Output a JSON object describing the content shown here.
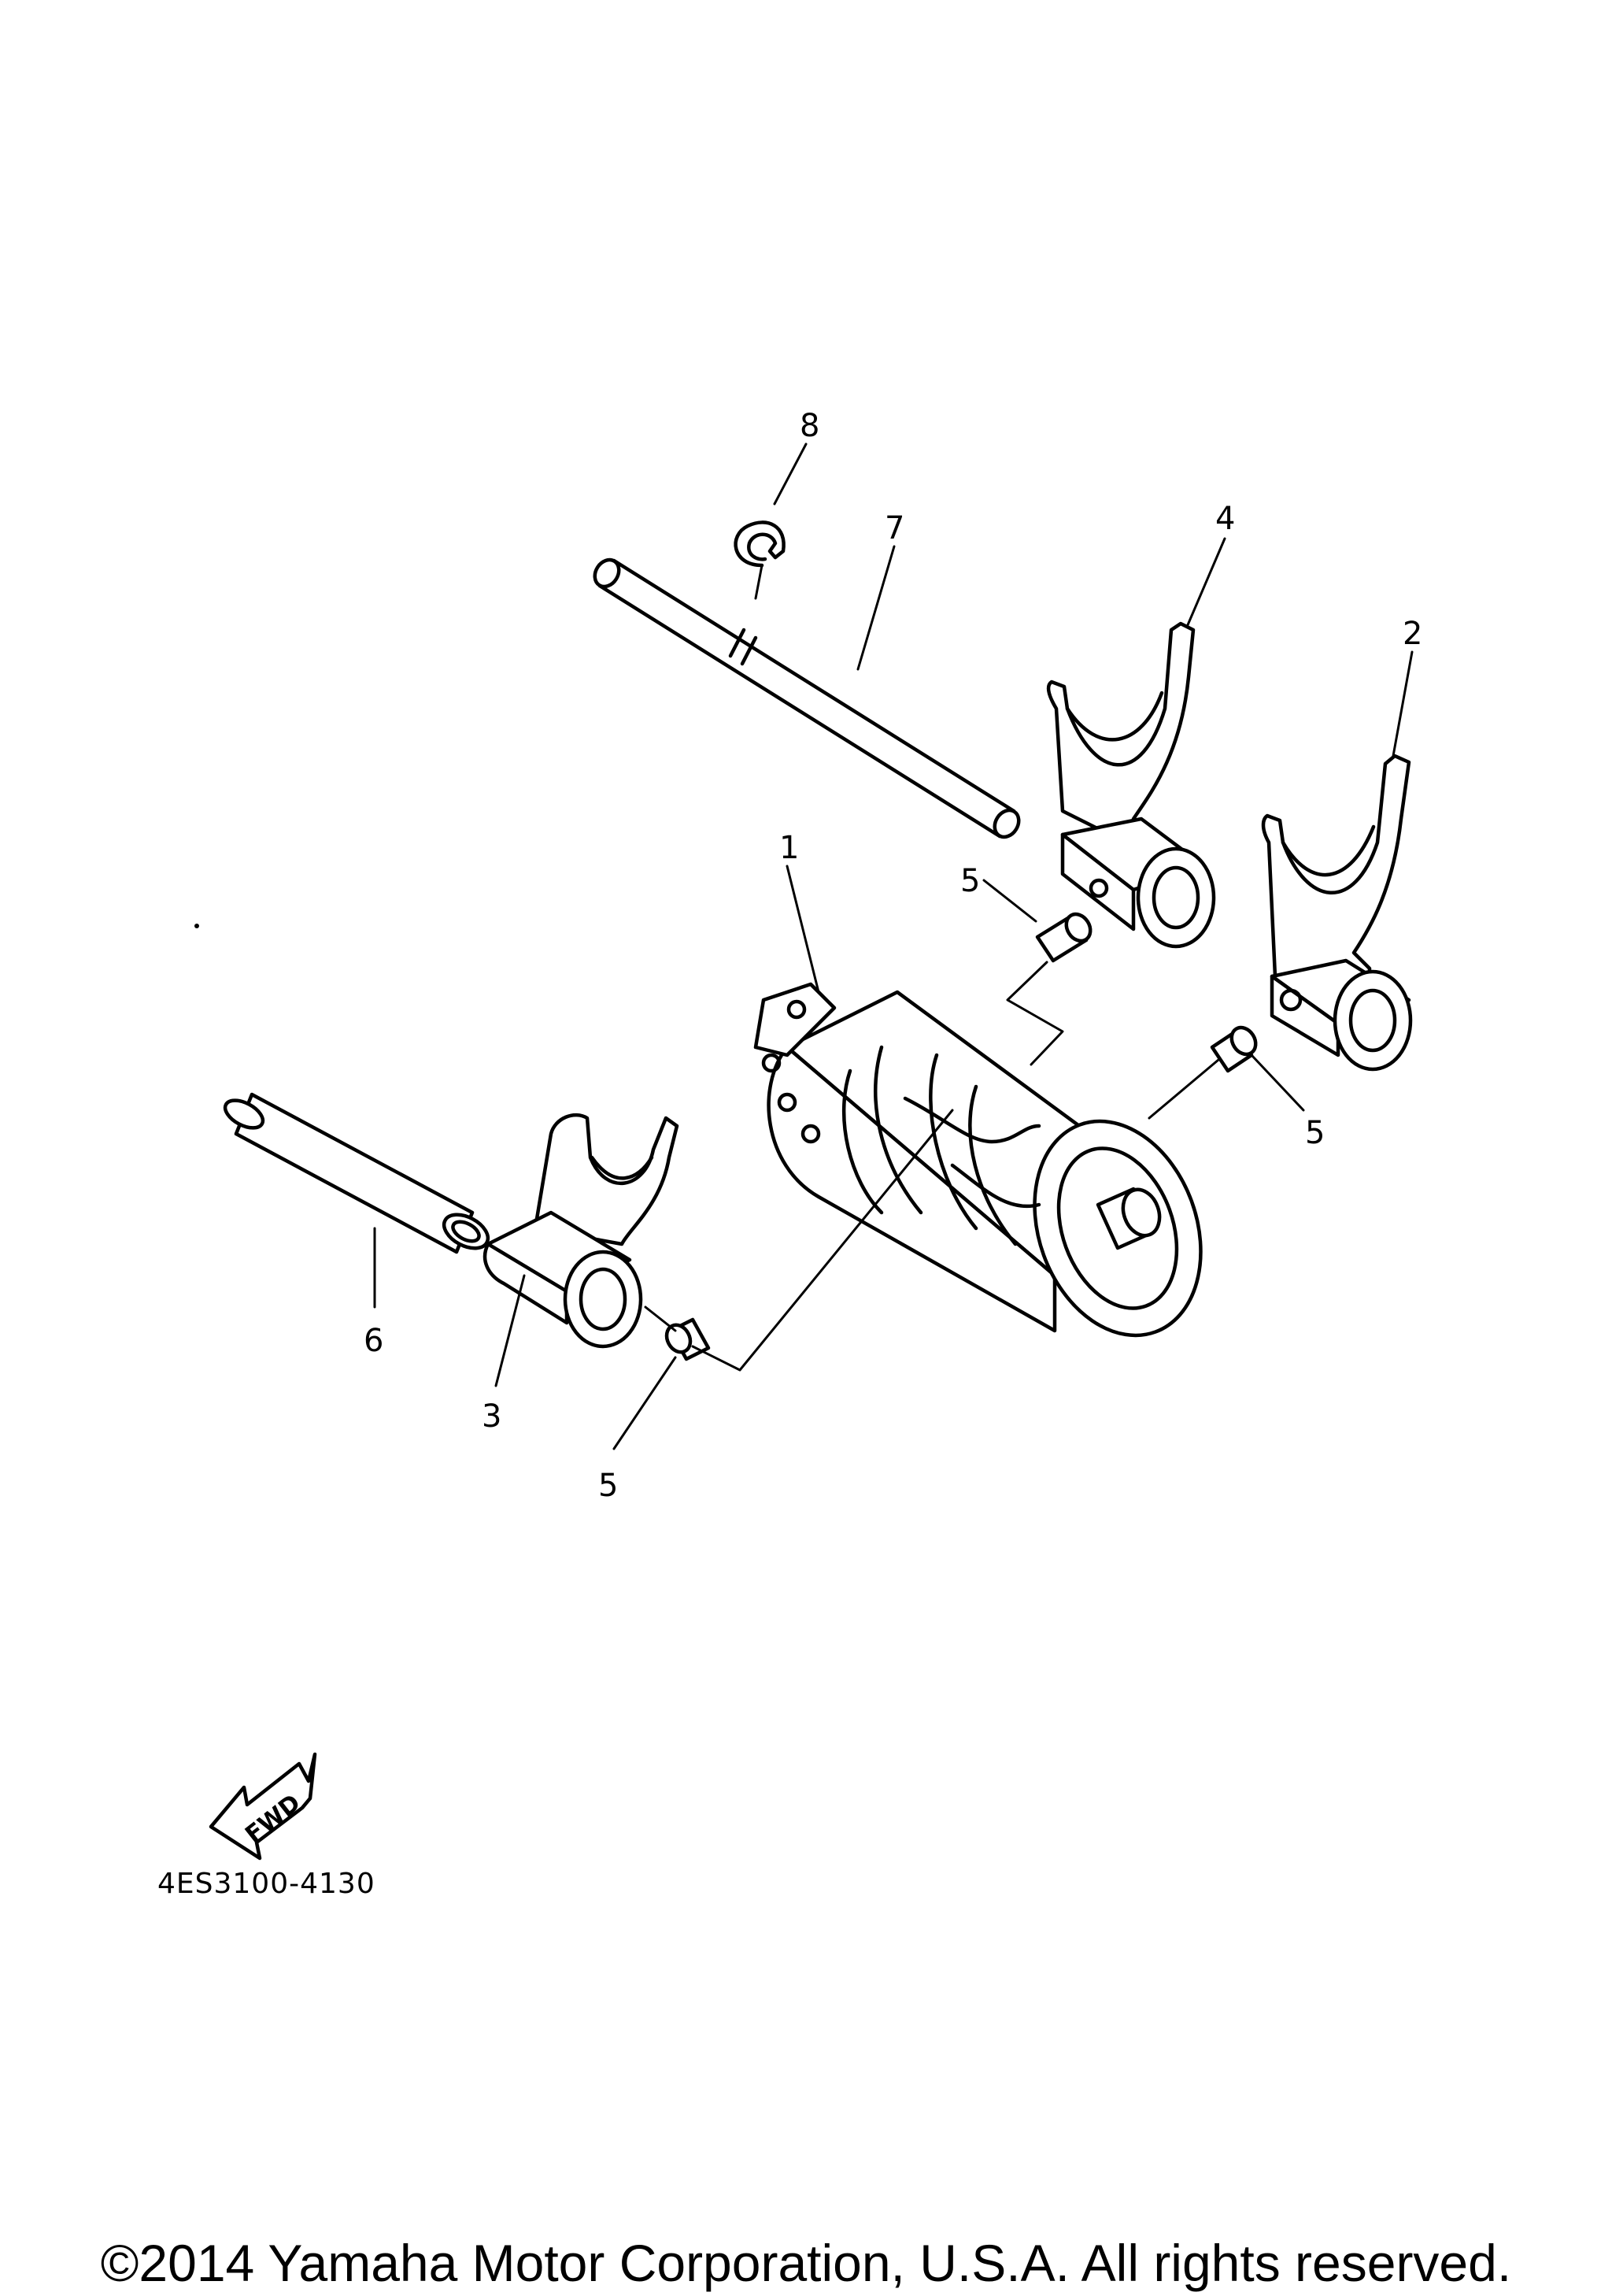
{
  "callouts": [
    {
      "id": "1",
      "label": "1"
    },
    {
      "id": "2",
      "label": "2"
    },
    {
      "id": "3",
      "label": "3"
    },
    {
      "id": "4",
      "label": "4"
    },
    {
      "id": "5a",
      "label": "5"
    },
    {
      "id": "5b",
      "label": "5"
    },
    {
      "id": "5c",
      "label": "5"
    },
    {
      "id": "6",
      "label": "6"
    },
    {
      "id": "7",
      "label": "7"
    },
    {
      "id": "8",
      "label": "8"
    }
  ],
  "fwd_label": "FWD",
  "diagram_code": "4ES3100-4130",
  "copyright": "©2014 Yamaha Motor Corporation, U.S.A. All rights reserved."
}
